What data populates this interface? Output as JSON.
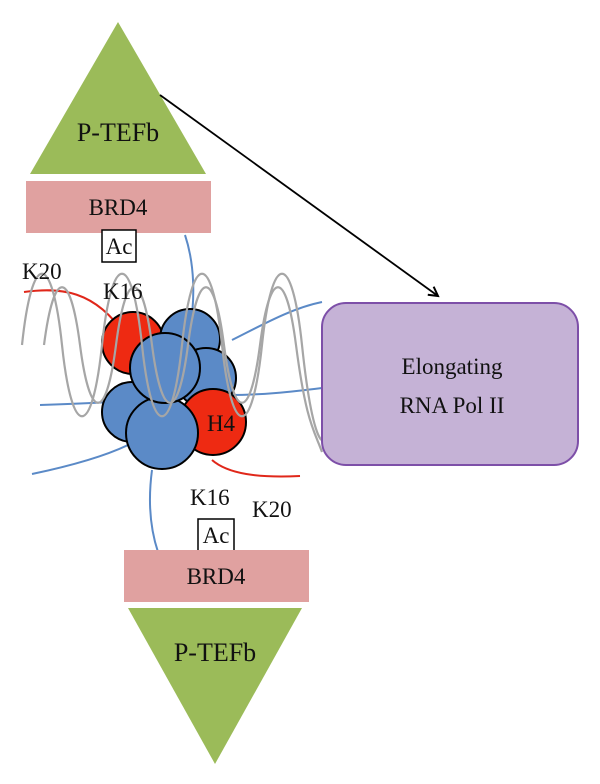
{
  "labels": {
    "ptefb_top": "P-TEFb",
    "brd4_top": "BRD4",
    "ac_top": "Ac",
    "k20_top": "K20",
    "k16_top": "K16",
    "h4": "H4",
    "k16_bottom": "K16",
    "k20_bottom": "K20",
    "ac_bottom": "Ac",
    "brd4_bottom": "BRD4",
    "ptefb_bottom": "P-TEFb",
    "polii_line1": "Elongating",
    "polii_line2": "RNA Pol II"
  },
  "colors": {
    "ptefb": "#9bbb59",
    "brd4": "#e0a1a0",
    "polii_fill": "#c5b2d6",
    "polii_border": "#7d4fa8",
    "histone": "#5b8ac7",
    "histone_acetylated": "#ee2a12",
    "dna": "#a6a6a6",
    "tail_blue": "#5b8ac7",
    "tail_red": "#e0271a",
    "arrow": "#000000"
  }
}
